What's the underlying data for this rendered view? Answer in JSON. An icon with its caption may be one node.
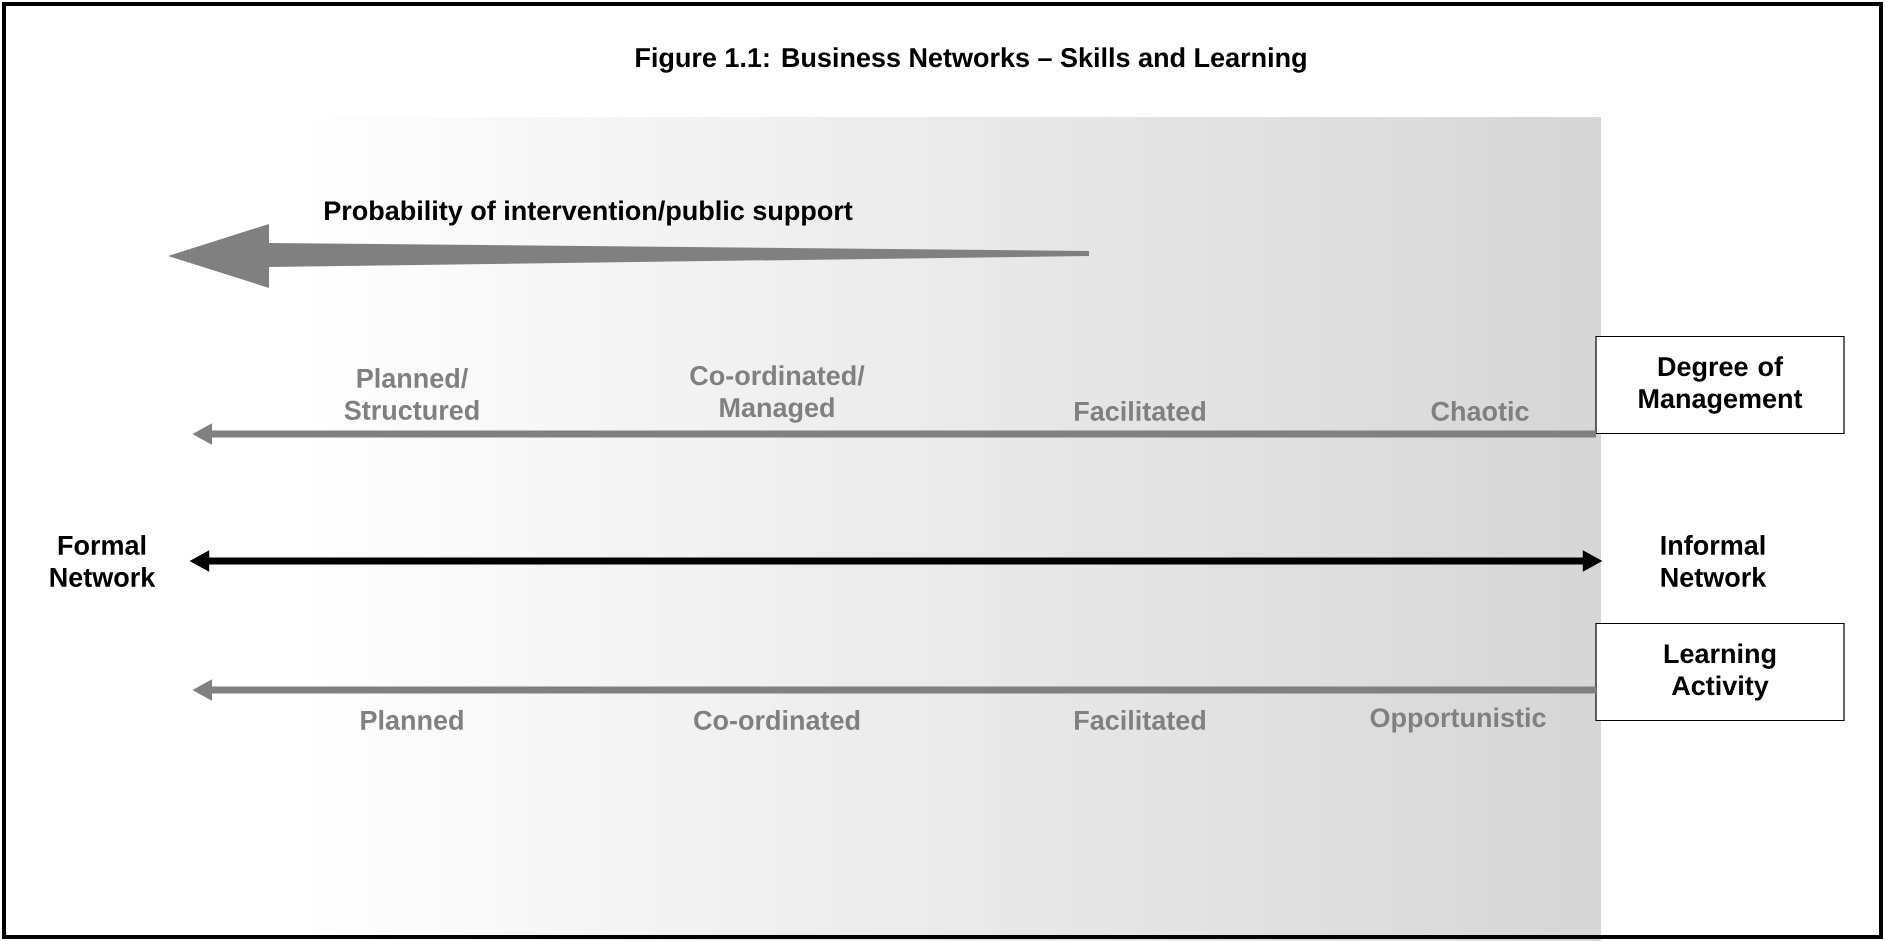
{
  "diagram": {
    "title": "Figure 1.1: Business Networks – Skills and Learning",
    "nodes": [
      {
        "text": [
          "Degree of Management"
        ]
      },
      {
        "text": [
          "Formal Network"
        ]
      },
      {
        "text": [
          "Informal Network"
        ]
      },
      {
        "text": [
          "Learning Activity"
        ]
      }
    ],
    "edges": [
      {
        "from": 0,
        "to": null,
        "arrow": "to"
      },
      {
        "from": 1,
        "to": 2,
        "arrow": "both",
        "color": "#000000"
      },
      {
        "from": 3,
        "to": null,
        "arrow": "to"
      }
    ],
    "labels": [
      "Probability of intervention/public support",
      "Planned/ Structured",
      "Co-ordinated/ Managed",
      "Facilitated",
      "Chaotic",
      "Planned",
      "Co-ordinated",
      "Facilitated",
      "Opportunistic"
    ]
  }
}
